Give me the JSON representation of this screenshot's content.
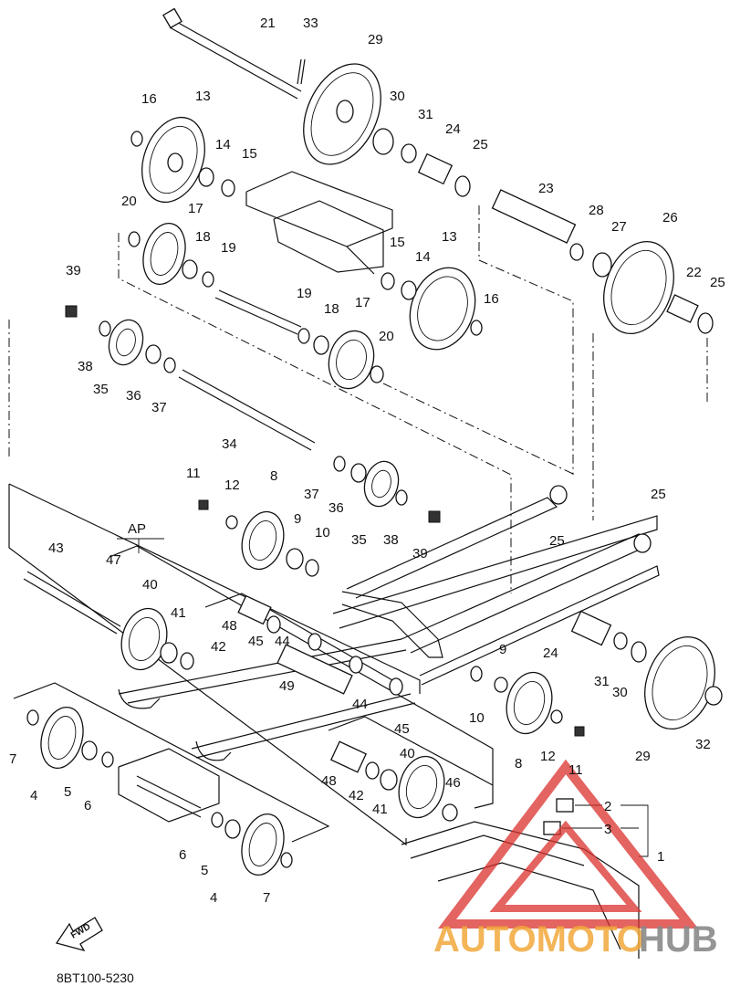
{
  "diagram": {
    "code": "8BT100-5230",
    "section_label": "AP",
    "fwd_label": "FWD",
    "watermark": {
      "part1": "AUTOMOTO",
      "part2": "HUB",
      "color_primary": "#f2a93b",
      "color_secondary": "#8a8a8a",
      "logo_color": "#d9302c"
    },
    "callouts": [
      {
        "id": "c21",
        "num": "21"
      },
      {
        "id": "c33",
        "num": "33"
      },
      {
        "id": "c29a",
        "num": "29"
      },
      {
        "id": "c16a",
        "num": "16"
      },
      {
        "id": "c13a",
        "num": "13"
      },
      {
        "id": "c30a",
        "num": "30"
      },
      {
        "id": "c31a",
        "num": "31"
      },
      {
        "id": "c24a",
        "num": "24"
      },
      {
        "id": "c25a",
        "num": "25"
      },
      {
        "id": "c14a",
        "num": "14"
      },
      {
        "id": "c15a",
        "num": "15"
      },
      {
        "id": "c20a",
        "num": "20"
      },
      {
        "id": "c17a",
        "num": "17"
      },
      {
        "id": "c23",
        "num": "23"
      },
      {
        "id": "c28",
        "num": "28"
      },
      {
        "id": "c27",
        "num": "27"
      },
      {
        "id": "c26",
        "num": "26"
      },
      {
        "id": "c18a",
        "num": "18"
      },
      {
        "id": "c19a",
        "num": "19"
      },
      {
        "id": "c15b",
        "num": "15"
      },
      {
        "id": "c14b",
        "num": "14"
      },
      {
        "id": "c13b",
        "num": "13"
      },
      {
        "id": "c22",
        "num": "22"
      },
      {
        "id": "c25b",
        "num": "25"
      },
      {
        "id": "c39a",
        "num": "39"
      },
      {
        "id": "c19b",
        "num": "19"
      },
      {
        "id": "c18b",
        "num": "18"
      },
      {
        "id": "c17b",
        "num": "17"
      },
      {
        "id": "c16b",
        "num": "16"
      },
      {
        "id": "c38a",
        "num": "38"
      },
      {
        "id": "c20b",
        "num": "20"
      },
      {
        "id": "c35a",
        "num": "35"
      },
      {
        "id": "c36a",
        "num": "36"
      },
      {
        "id": "c37a",
        "num": "37"
      },
      {
        "id": "c34",
        "num": "34"
      },
      {
        "id": "c11a",
        "num": "11"
      },
      {
        "id": "c12a",
        "num": "12"
      },
      {
        "id": "c8a",
        "num": "8"
      },
      {
        "id": "c37b",
        "num": "37"
      },
      {
        "id": "c36b",
        "num": "36"
      },
      {
        "id": "c25c",
        "num": "25"
      },
      {
        "id": "c9a",
        "num": "9"
      },
      {
        "id": "c10a",
        "num": "10"
      },
      {
        "id": "c35b",
        "num": "35"
      },
      {
        "id": "c38b",
        "num": "38"
      },
      {
        "id": "c39b",
        "num": "39"
      },
      {
        "id": "c25d",
        "num": "25"
      },
      {
        "id": "c43",
        "num": "43"
      },
      {
        "id": "c47",
        "num": "47"
      },
      {
        "id": "c40a",
        "num": "40"
      },
      {
        "id": "c41a",
        "num": "41"
      },
      {
        "id": "c48a",
        "num": "48"
      },
      {
        "id": "c45a",
        "num": "45"
      },
      {
        "id": "c44a",
        "num": "44"
      },
      {
        "id": "c42a",
        "num": "42"
      },
      {
        "id": "c49",
        "num": "49"
      },
      {
        "id": "c44b",
        "num": "44"
      },
      {
        "id": "c24b",
        "num": "24"
      },
      {
        "id": "c9b",
        "num": "9"
      },
      {
        "id": "c31b",
        "num": "31"
      },
      {
        "id": "c30b",
        "num": "30"
      },
      {
        "id": "c10b",
        "num": "10"
      },
      {
        "id": "c45b",
        "num": "45"
      },
      {
        "id": "c7a",
        "num": "7"
      },
      {
        "id": "c32",
        "num": "32"
      },
      {
        "id": "c12b",
        "num": "12"
      },
      {
        "id": "c11b",
        "num": "11"
      },
      {
        "id": "c29b",
        "num": "29"
      },
      {
        "id": "c8b",
        "num": "8"
      },
      {
        "id": "c4a",
        "num": "4"
      },
      {
        "id": "c5a",
        "num": "5"
      },
      {
        "id": "c6a",
        "num": "6"
      },
      {
        "id": "c40b",
        "num": "40"
      },
      {
        "id": "c48b",
        "num": "48"
      },
      {
        "id": "c42b",
        "num": "42"
      },
      {
        "id": "c41b",
        "num": "41"
      },
      {
        "id": "c46",
        "num": "46"
      },
      {
        "id": "c2",
        "num": "2"
      },
      {
        "id": "c3",
        "num": "3"
      },
      {
        "id": "c1",
        "num": "1"
      },
      {
        "id": "c6b",
        "num": "6"
      },
      {
        "id": "c5b",
        "num": "5"
      },
      {
        "id": "c4b",
        "num": "4"
      },
      {
        "id": "c7b",
        "num": "7"
      }
    ]
  }
}
